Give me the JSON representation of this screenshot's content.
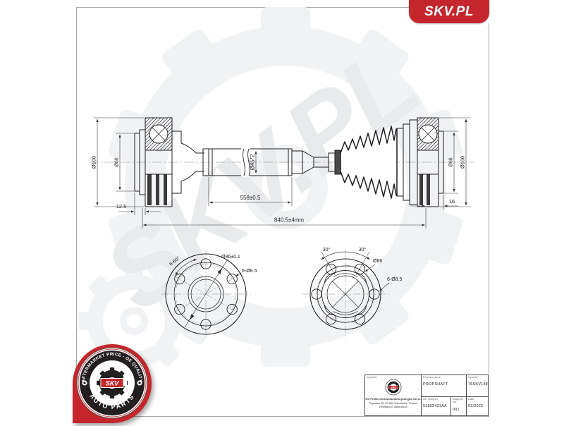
{
  "logo": {
    "text": "SKV.PL",
    "red": "#c5262c"
  },
  "watermark": {
    "text": "SKV.PL"
  },
  "drawing": {
    "dims": {
      "left_od": "Ø100",
      "left_id": "Ø66",
      "tube_section": "Ø45*2",
      "left_offset": "12.5",
      "tube_length": "558±0.5",
      "overall_length": "840.5±4mm",
      "right_offset": "16",
      "right_id": "Ø66",
      "right_od": "Ø100"
    },
    "left_view": {
      "angles": "6-60°",
      "bolt_circle": "Ø86±0.1",
      "holes": "6-Ø8.5"
    },
    "right_view": {
      "angle_left": "30°",
      "angle_right": "30°",
      "bolt_circle": "Ø86",
      "holes": "6-Ø8.5"
    }
  },
  "badge": {
    "arc_top": "AFTERMARKET PRICE - OE QUALITY",
    "arc_bottom": "AUTO PARTS",
    "center": "SKV"
  },
  "title_block": {
    "importer_label": "Importer",
    "company_name": "GG Profits Hurtownia Motoryzacyjna S.K.A.",
    "company_address": "Papieżka 65, 87-800 Włocławek, Poland",
    "company_contact": "info@skv.pl, www.skv.pl",
    "product_label": "Product name",
    "product_value": "PROPSHAFT",
    "symbol_label": "Symbol",
    "symbol_value": "76SKV148",
    "oe_label": "OE Number",
    "oe_value": "52852431AA",
    "diagram_label": "Diagram No.",
    "diagram_value": "001",
    "date_label": "Date",
    "date_value": "02/2025",
    "mini_logo_text": "SKV"
  }
}
